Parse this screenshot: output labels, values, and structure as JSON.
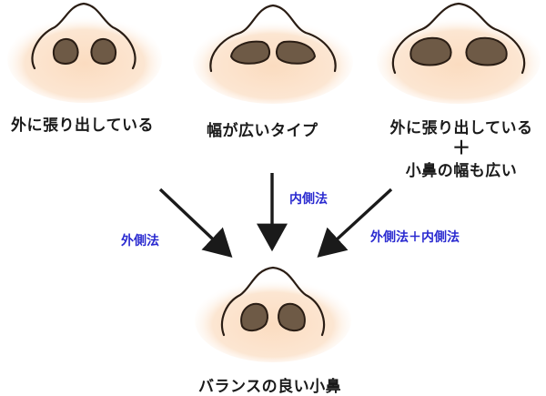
{
  "noses": {
    "top_left": {
      "caption": "外に張り出している"
    },
    "top_middle": {
      "caption": "幅が広いタイプ"
    },
    "top_right": {
      "caption_line1": "外に張り出している",
      "plus": "＋",
      "caption_line2": "小鼻の幅も広い"
    },
    "bottom": {
      "caption": "バランスの良い小鼻"
    }
  },
  "methods": {
    "left": "外側法",
    "middle": "内側法",
    "right": "外側法＋内側法"
  },
  "colors": {
    "skin": "#fbe3cc",
    "skin_edge": "#f7d8bc",
    "outline": "#2a1d14",
    "nostril_outer": "#6e5a46",
    "nostril_inner": "#8b7560",
    "method_text": "#2a2ad0",
    "arrow": "#1a1a1a"
  }
}
